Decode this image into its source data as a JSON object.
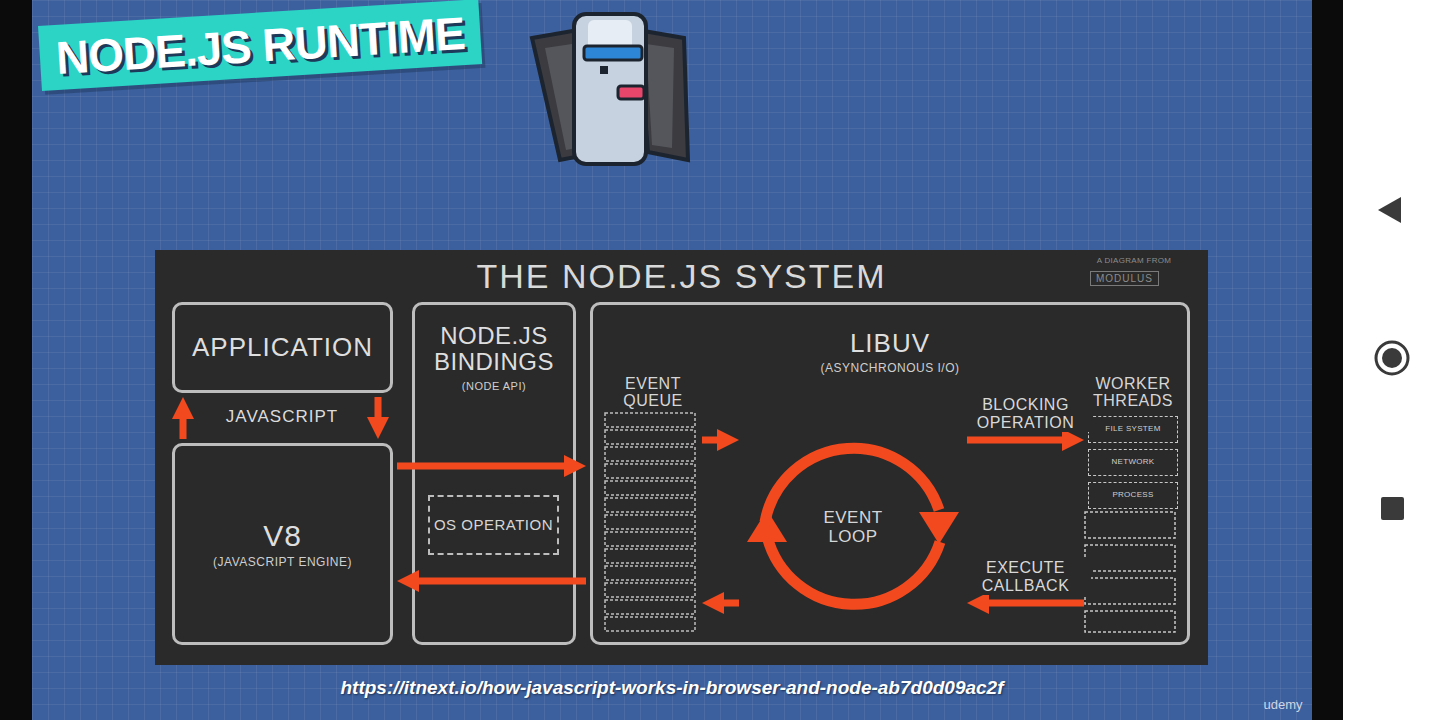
{
  "diagram": {
    "title": "NODE.JS RUNTIME",
    "nodes": [
      {
        "text": [
          "THE NODE.JS SYSTEM"
        ]
      },
      {
        "text": [
          "APPLICATION"
        ],
        "in": 0
      },
      {
        "text": [
          "V8",
          "(JAVASCRIPT ENGINE)"
        ],
        "in": 0
      },
      {
        "text": [
          "NODE.JS BINDINGS",
          "(NODE API)"
        ],
        "in": 0
      },
      {
        "text": [
          "OS OPERATION"
        ],
        "in": 3
      },
      {
        "text": [
          "LIBUV",
          "(ASYNCHRONOUS I/O)"
        ],
        "in": 0
      },
      {
        "text": [
          "EVENT QUEUE"
        ],
        "in": 5
      },
      {
        "text": [
          "EVENT LOOP"
        ],
        "in": 5
      },
      {
        "text": [
          "WORKER THREADS"
        ],
        "in": 5
      },
      {
        "text": [
          "FILE SYSTEM"
        ],
        "in": 8
      },
      {
        "text": [
          "NETWORK"
        ],
        "in": 8
      },
      {
        "text": [
          "PROCESS"
        ],
        "in": 8
      }
    ],
    "edges": [
      {
        "from": 2,
        "to": 1,
        "arrow": "to"
      },
      {
        "from": 1,
        "to": 2,
        "arrow": "to"
      },
      {
        "from": 2,
        "to": 5,
        "arrow": "to"
      },
      {
        "from": 5,
        "to": 2,
        "arrow": "to"
      },
      {
        "from": 6,
        "to": 7,
        "arrow": "to"
      },
      {
        "from": 7,
        "to": 6,
        "arrow": "to"
      },
      {
        "from": 7,
        "to": 8,
        "label": "BLOCKING OPERATION",
        "arrow": "to"
      },
      {
        "from": 8,
        "to": 7,
        "label": "EXECUTE CALLBACK",
        "arrow": "to"
      }
    ],
    "labels": [
      "JAVASCRIPT",
      "A DIAGRAM FROM",
      "MODULUS",
      "https://itnext.io/how-javascript-works-in-browser-and-node-ab7d0d09ac2f",
      "udemy"
    ]
  }
}
